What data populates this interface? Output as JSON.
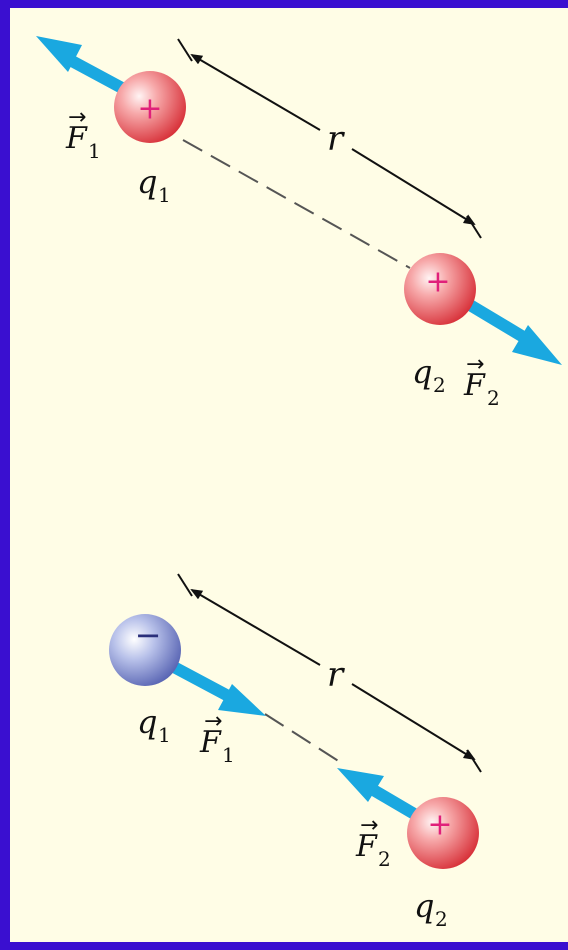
{
  "colors": {
    "background": "#3a0fd0",
    "panel": "#fffde6",
    "force_arrow": "#1aa8e0",
    "positive_charge": "#e8545a",
    "negative_charge": "#7f8fcf",
    "dimension_line": "#111111"
  },
  "scenarios": [
    {
      "name": "like-charges-repel",
      "q1": {
        "sign": "+",
        "label": "q",
        "subscript": "1"
      },
      "q2": {
        "sign": "+",
        "label": "q",
        "subscript": "2"
      },
      "distance_label": "r",
      "F1": {
        "label": "F",
        "subscript": "1"
      },
      "F2": {
        "label": "F",
        "subscript": "2"
      }
    },
    {
      "name": "unlike-charges-attract",
      "q1": {
        "sign": "−",
        "label": "q",
        "subscript": "1"
      },
      "q2": {
        "sign": "+",
        "label": "q",
        "subscript": "2"
      },
      "distance_label": "r",
      "F1": {
        "label": "F",
        "subscript": "1"
      },
      "F2": {
        "label": "F",
        "subscript": "2"
      }
    }
  ]
}
